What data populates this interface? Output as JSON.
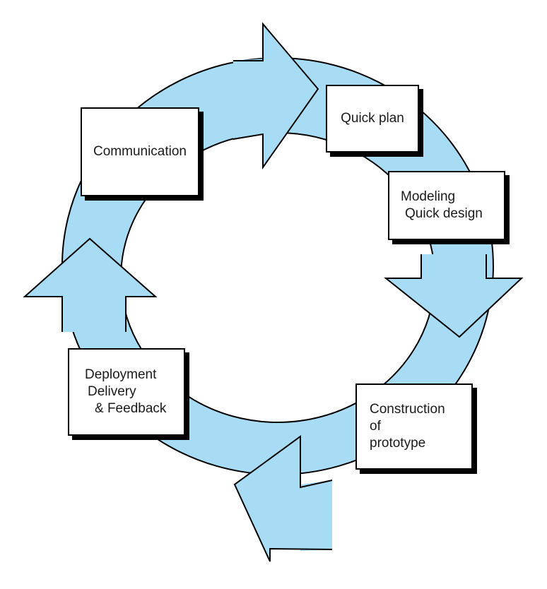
{
  "colors": {
    "ring_fill": "#a8dcf5",
    "outline": "#000000",
    "box_fill": "#ffffff",
    "text": "#1a1a1a"
  },
  "stages": {
    "communication": {
      "lines": [
        "Communication"
      ]
    },
    "quick_plan": {
      "lines": [
        "Quick plan"
      ]
    },
    "modeling": {
      "lines": [
        "Modeling",
        "Quick design"
      ]
    },
    "construction": {
      "lines": [
        "Construction",
        "of",
        "prototype"
      ]
    },
    "deployment": {
      "lines": [
        "Deployment",
        "Delivery",
        "& Feedback"
      ]
    }
  }
}
